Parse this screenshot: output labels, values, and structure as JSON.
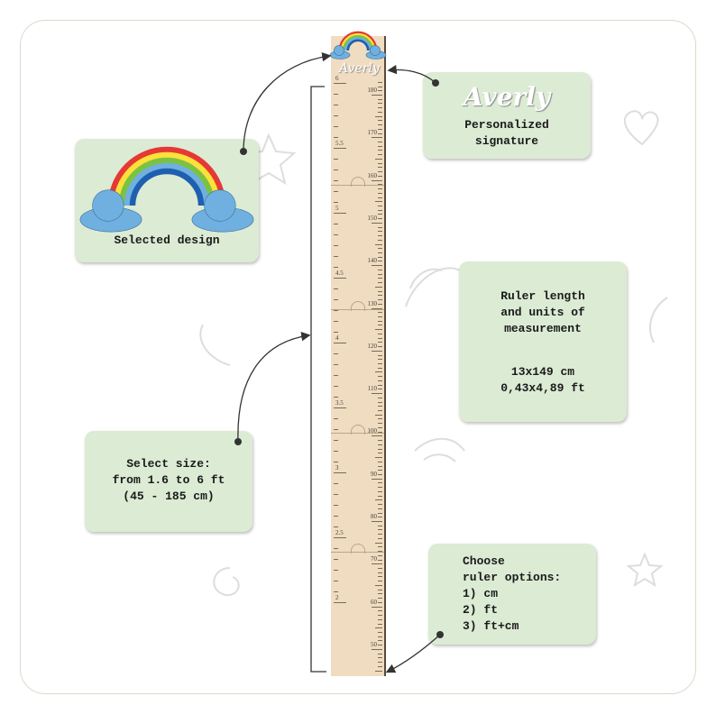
{
  "ruler": {
    "signature": "Averly",
    "cm_labels": [
      "180",
      "170",
      "160",
      "150",
      "140",
      "130",
      "120",
      "110",
      "100",
      "90",
      "80",
      "70",
      "60",
      "50"
    ],
    "ft_labels": [
      "6",
      "5.5",
      "5",
      "4.5",
      "4",
      "3.5",
      "3",
      "2.5",
      "2"
    ]
  },
  "cards": {
    "design": {
      "label": "Selected design"
    },
    "signature": {
      "name": "Averly",
      "label": "Personalized\nsignature"
    },
    "length": {
      "title": "Ruler length\nand units of\nmeasurement",
      "size_cm": "13x149 cm",
      "size_ft": "0,43x4,89 ft"
    },
    "size": {
      "label": "Select size:\nfrom 1.6 to 6 ft\n(45 - 185 cm)"
    },
    "options": {
      "label": "Choose\nruler options:\n1) cm\n2) ft\n3) ft+cm"
    }
  },
  "colors": {
    "card": "#dcebd4",
    "wood": "#f0dcc0",
    "cloud": "#6fb0e0"
  }
}
